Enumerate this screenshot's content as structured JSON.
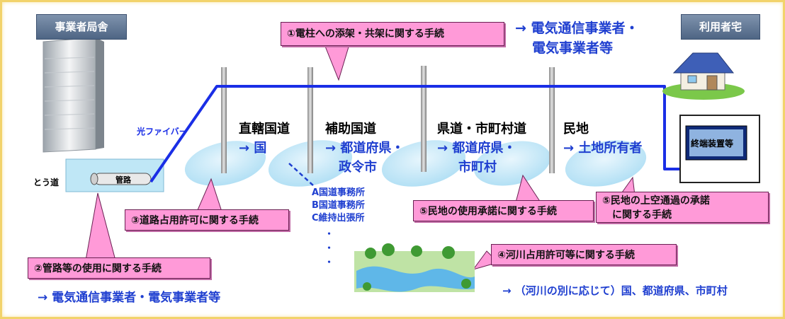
{
  "labels": {
    "office_building": "事業者局舎",
    "user_home": "利用者宅",
    "fiber": "光ファイバー",
    "conduit_way": "とう道",
    "conduit": "管路",
    "terminal": "終端装置等",
    "dots": "・"
  },
  "callouts": {
    "c1": "①電柱への添架・共架に関する手続",
    "c2": "②管路等の使用に関する手続",
    "c3": "③道路占用許可に関する手続",
    "c4": "④河川占用許可等に関する手続",
    "c5a": "⑤民地の使用承諾に関する手続",
    "c5b_line1": "⑤民地の上空通過の承諾",
    "c5b_line2": "に関する手続"
  },
  "roads": {
    "r1_name": "直轄国道",
    "r1_auth": "→ 国",
    "r2_name": "補助国道",
    "r2_auth_line1": "→ 都道府県・",
    "r2_auth_line2": "政令市",
    "r3_name": "県道・市町村道",
    "r3_auth_line1": "→ 都道府県・",
    "r3_auth_line2": "市町村",
    "r4_name": "民地",
    "r4_auth": "→ 土地所有者"
  },
  "offices": [
    "A国道事務所",
    "B国道事務所",
    "C維持出張所"
  ],
  "results": {
    "pole_line1": "→ 電気通信事業者・",
    "pole_line2": "電気事業者等",
    "conduit": "→ 電気通信事業者・電気事業者等",
    "river": "→ （河川の別に応じて）国、都道府県、市町村"
  },
  "colors": {
    "fiber": "#1a2ee6",
    "callout_fill": "#ff9ad8",
    "road_ellipse": "#bfe6f7",
    "header": "#5a6f8c"
  }
}
